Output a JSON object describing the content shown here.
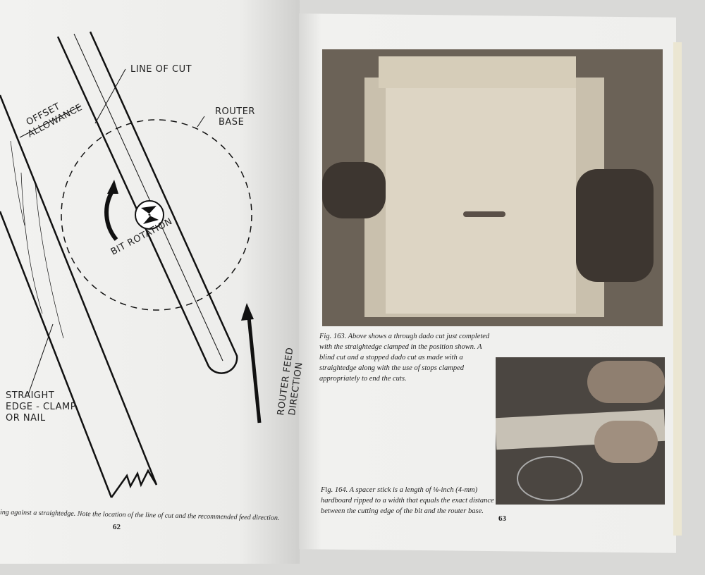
{
  "left_page": {
    "diagram_labels": {
      "line_of_cut": "LINE OF CUT",
      "offset_1": "OFFSET",
      "offset_2": "ALLOWANCE",
      "router_base_1": "ROUTER",
      "router_base_2": "BASE",
      "bit_rotation": "BIT ROTATION",
      "straight_1": "STRAIGHT",
      "straight_2": "EDGE - CLAMP",
      "straight_3": "OR NAIL",
      "feed_1": "ROUTER FEED",
      "feed_2": "DIRECTION"
    },
    "caption": "ing against a straightedge. Note the location of the line of cut and the recommended feed direction.",
    "page_number": "62"
  },
  "right_page": {
    "fig163_caption": "Fig. 163.  Above shows a through dado cut just completed with the straightedge clamped in the position shown. A blind cut and a stopped dado cut as made with a straightedge along with the use of stops clamped appropriately to end the cuts.",
    "fig164_caption": "Fig. 164.  A spacer stick is a length of ⅛-inch (4-mm) hardboard ripped to a width that equals the exact distance between the cutting edge of the bit and the router base.",
    "page_number": "63"
  }
}
